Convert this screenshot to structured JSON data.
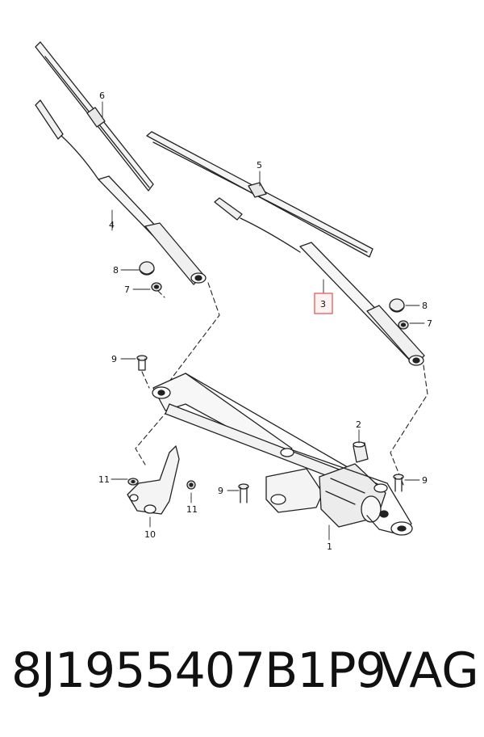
{
  "diagram": {
    "callouts": {
      "c1": "1",
      "c2": "2",
      "c3": "3",
      "c4": "4",
      "c5": "5",
      "c6": "6",
      "c7a": "7",
      "c7b": "7",
      "c8a": "8",
      "c8b": "8",
      "c9a": "9",
      "c9b": "9",
      "c9c": "9",
      "c10": "10",
      "c11a": "11",
      "c11b": "11"
    },
    "highlight_color": "#e25b5b"
  },
  "footer": {
    "part_number": "8J1955407B1P9",
    "brand": "VAG"
  }
}
